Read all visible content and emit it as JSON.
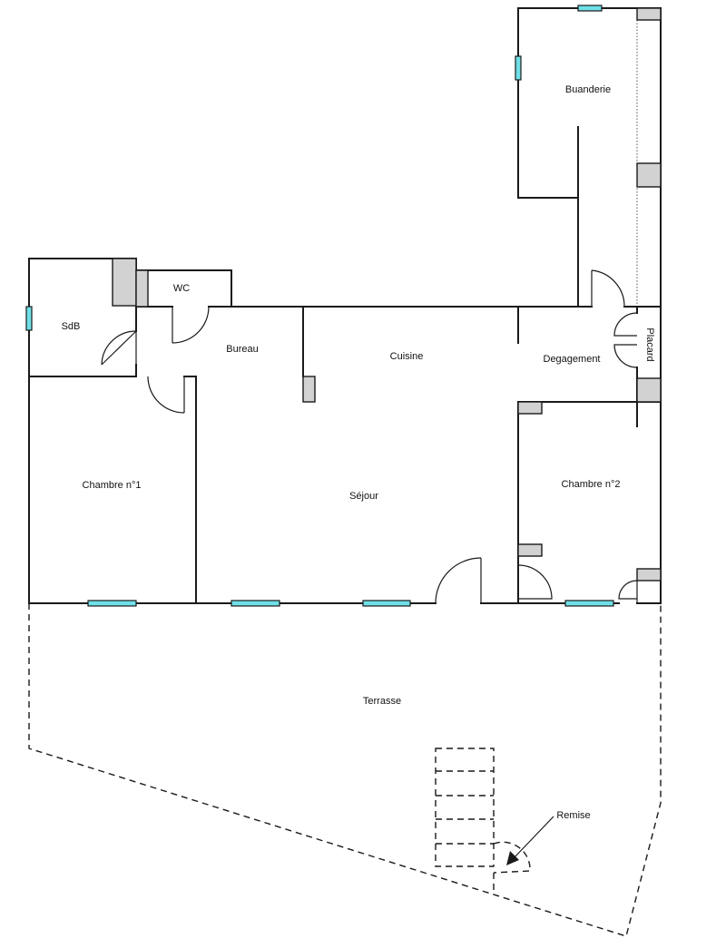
{
  "rooms": {
    "buanderie": "Buanderie",
    "wc": "WC",
    "sdb": "SdB",
    "bureau": "Bureau",
    "cuisine": "Cuisine",
    "degagement": "Degagement",
    "placard": "Placard",
    "chambre1": "Chambre n°1",
    "sejour": "Séjour",
    "chambre2": "Chambre n°2",
    "terrasse": "Terrasse",
    "remise": "Remise"
  },
  "colors": {
    "window": "#6fe0e8",
    "pillar": "#d2d2d2",
    "wall": "#1a1a1a"
  }
}
